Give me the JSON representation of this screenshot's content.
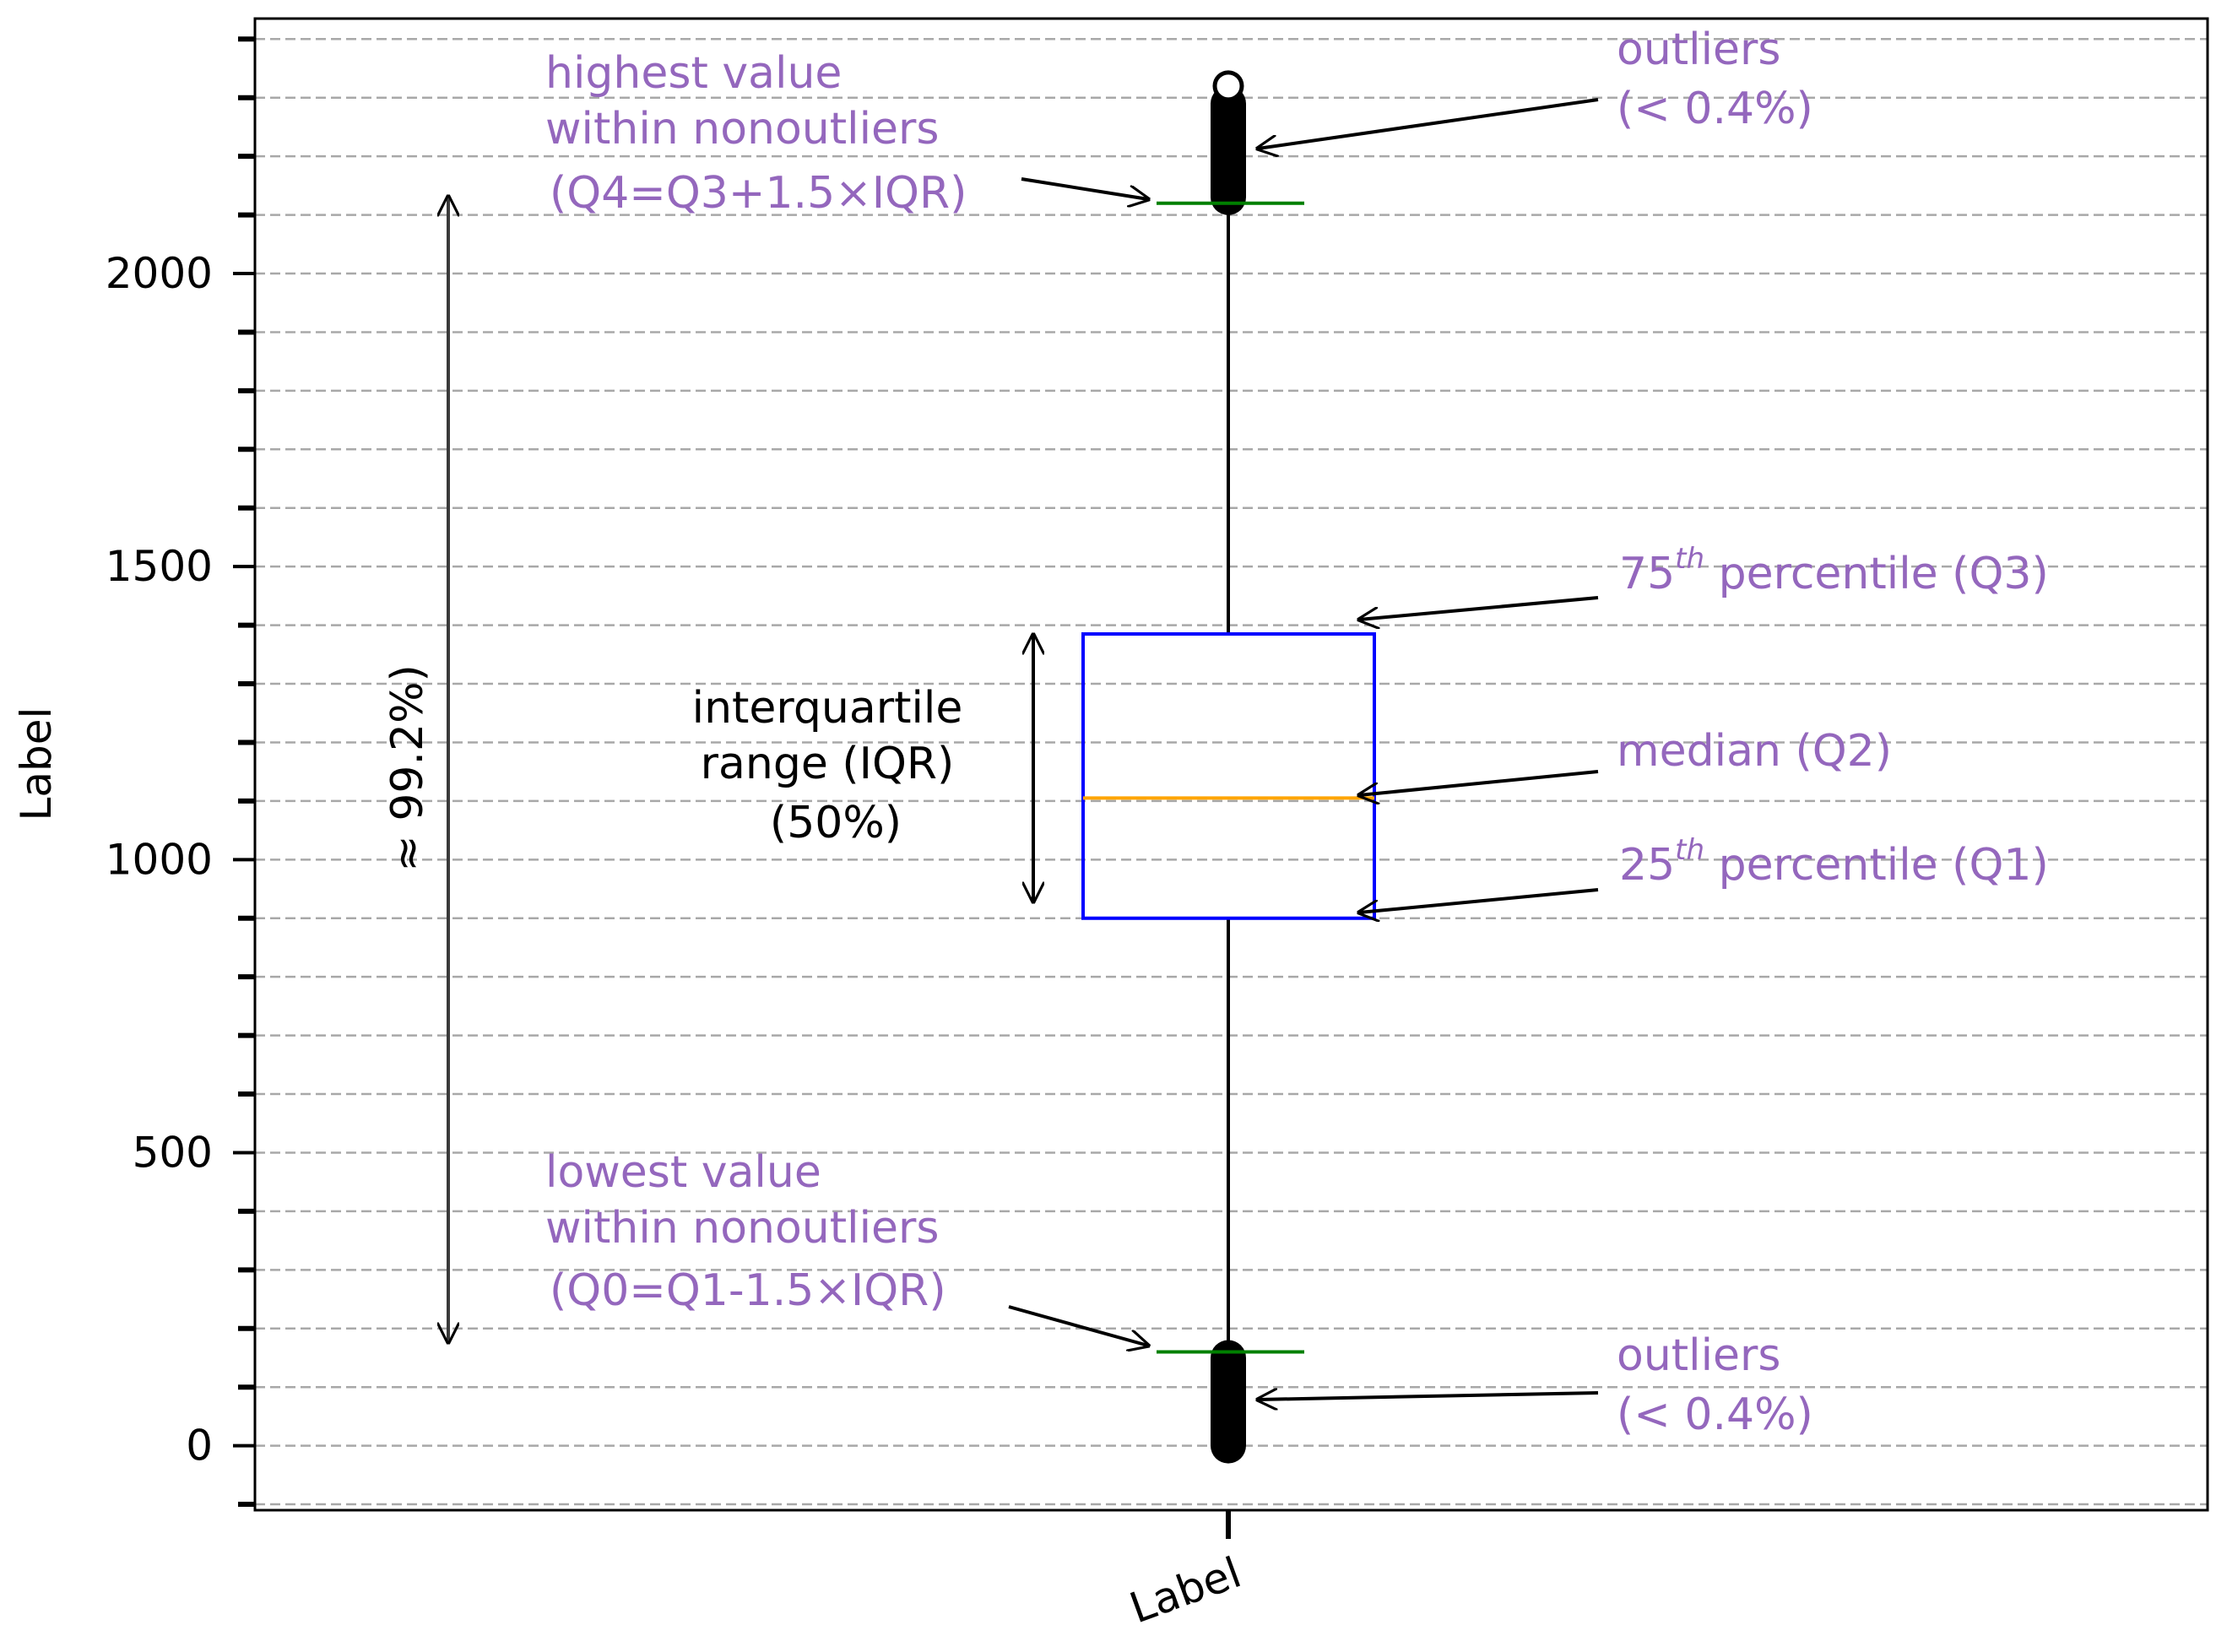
{
  "chart_data": {
    "type": "box",
    "xlabel": "Label",
    "ylabel": "Label",
    "categories": [
      "Label"
    ],
    "ylim": [
      -110,
      2435
    ],
    "yticks_major": [
      0,
      500,
      1000,
      1500,
      2000
    ],
    "yticks_major_labels": [
      "0",
      "500",
      "1000",
      "1500",
      "2000"
    ],
    "yticks_minor_step": 100,
    "grid": "horizontal dashed at every 100",
    "box": {
      "q0_lower_whisker": 160,
      "q1": 900,
      "median": 1105,
      "q3": 1385,
      "q4_upper_whisker": 2120,
      "upper_outliers_range": [
        2130,
        2290
      ],
      "upper_outlier_max": 2320,
      "lower_outliers_range": [
        0,
        150
      ]
    },
    "colors": {
      "box_edge": "#0000ff",
      "median": "#ffa500",
      "whisker_cap": "#008000",
      "annotation": "#9467bd"
    },
    "annotations": {
      "highest": [
        "highest value",
        "within nonoutliers",
        "(Q4=Q3+1.5×IQR)"
      ],
      "lowest": [
        "lowest value",
        "within nonoutliers",
        "(Q0=Q1-1.5×IQR)"
      ],
      "outliers_top": [
        "outliers",
        "(< 0.4%)"
      ],
      "outliers_bottom": [
        "outliers",
        "(< 0.4%)"
      ],
      "q3": "75th percentile (Q3)",
      "q3_num": "75",
      "q3_sup": "th",
      "q3_rest": " percentile (Q3)",
      "median": "median (Q2)",
      "q1_num": "25",
      "q1_sup": "th",
      "q1_rest": " percentile (Q1)",
      "iqr": [
        "interquartile",
        "range (IQR)",
        "(50%)"
      ],
      "span": "≈ 99.2%)"
    }
  }
}
